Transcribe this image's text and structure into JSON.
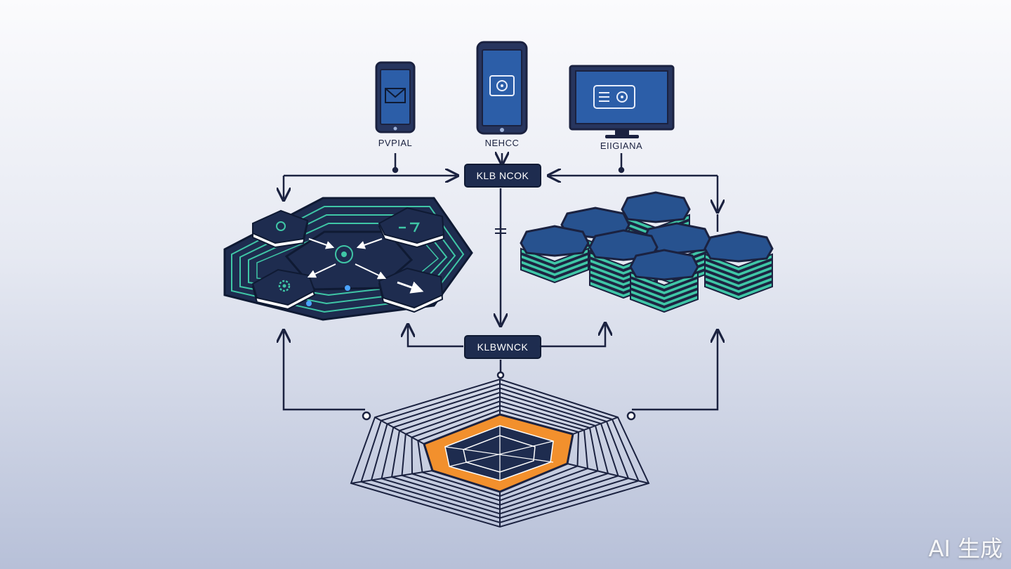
{
  "devices": {
    "left_label": "PVPIAL",
    "center_label": "NEHCC",
    "right_label": "EIIGIANA"
  },
  "nodes": {
    "top_box": "KLB NCOK",
    "bottom_box": "KLBWNCK"
  },
  "watermark": "AI 生成",
  "colors": {
    "navy": "#1b2240",
    "blue": "#27528f",
    "teal": "#3fc6a6",
    "orange": "#f2902d",
    "dark_tile": "#1e2c4f"
  },
  "icons": [
    "mail-icon",
    "camera-icon",
    "settings-panel-icon",
    "gear-icon",
    "arrow-right-icon"
  ]
}
